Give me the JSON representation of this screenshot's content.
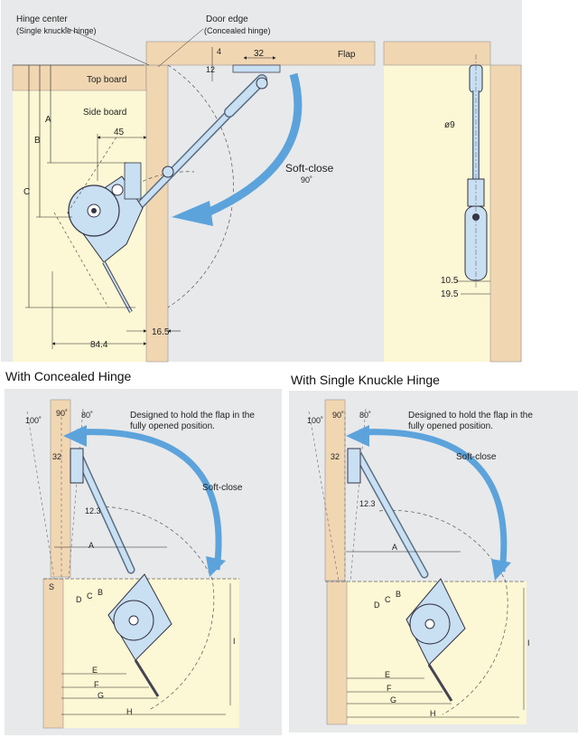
{
  "top": {
    "hinge_center": "Hinge center",
    "single_knuckle": "(Single knuckle hinge)",
    "door_edge": "Door edge",
    "concealed": "(Concealed hinge)",
    "flap": "Flap",
    "top_board": "Top board",
    "side_board": "Side board",
    "soft_close": "Soft-close",
    "angle": "90˚",
    "dims": {
      "d32": "32",
      "d4": "4",
      "d12": "12",
      "d45": "45",
      "dA": "A",
      "dB": "B",
      "dC": "C",
      "d16_5": "16.5",
      "d84_4": "84.4",
      "d9": "ø9",
      "d10_5": "10.5",
      "d19_5": "19.5"
    }
  },
  "bottom_left": {
    "title": "With Concealed Hinge",
    "note_l1": "Designed to hold the flap in the",
    "note_l2": "fully opened position.",
    "soft_close": "Soft-close",
    "a100": "100˚",
    "a90": "90˚",
    "a80": "80˚",
    "d32": "32",
    "d12_3": "12.3",
    "letters": {
      "A": "A",
      "S": "S",
      "D": "D",
      "C": "C",
      "B": "B",
      "E": "E",
      "F": "F",
      "G": "G",
      "H": "H",
      "I": "I"
    }
  },
  "bottom_right": {
    "title": "With Single Knuckle Hinge",
    "note_l1": "Designed to hold the flap in the",
    "note_l2": "fully opened position.",
    "soft_close": "Soft-close",
    "a100": "100˚",
    "a90": "90˚",
    "a80": "80˚",
    "d32": "32",
    "d12_3": "12.3",
    "letters": {
      "A": "A",
      "D": "D",
      "C": "C",
      "B": "B",
      "E": "E",
      "F": "F",
      "G": "G",
      "H": "H",
      "I": "I"
    }
  },
  "colors": {
    "wood": "#f1d6b2",
    "cream": "#fcf7d4",
    "arrow": "#5ca3dc",
    "panel": "#e8e9ea",
    "hardware": "#c9dff2"
  }
}
